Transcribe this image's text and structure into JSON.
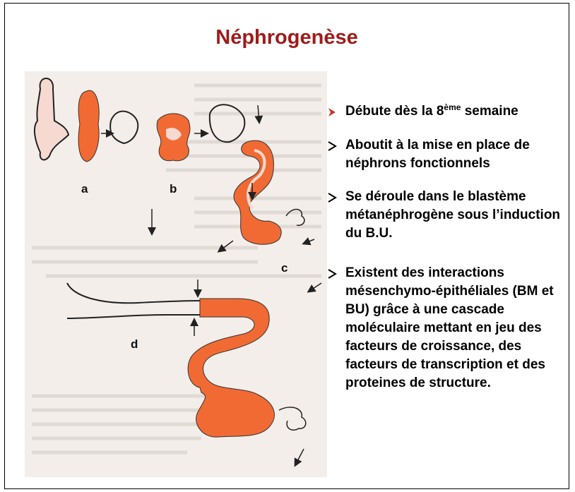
{
  "slide": {
    "title": "Néphrogenèse",
    "accent_color": "#9e1b1b",
    "tissue_color": "#f26a33",
    "figure_labels": [
      "a",
      "b",
      "c",
      "d"
    ],
    "bullets": [
      {
        "pre": "Débute dès la 8",
        "sup": "ème",
        "post": " semaine",
        "arrow_color": "#c0392b",
        "arrow_icon": "red-chevron-icon"
      },
      {
        "text": "Aboutit à la mise en place de néphrons fonctionnels",
        "arrow_icon": "black-chevron-icon"
      },
      {
        "text": "Se déroule dans le blastème métanéphrogène sous l’induction du B.U.",
        "arrow_icon": "black-chevron-icon"
      },
      {
        "text": "Existent des interactions mésenchymo-épithéliales (BM et BU) grâce à une cascade moléculaire mettant en jeu des facteurs de croissance, des facteurs de transcription et des proteines de structure.",
        "arrow_icon": "black-chevron-icon"
      }
    ]
  }
}
